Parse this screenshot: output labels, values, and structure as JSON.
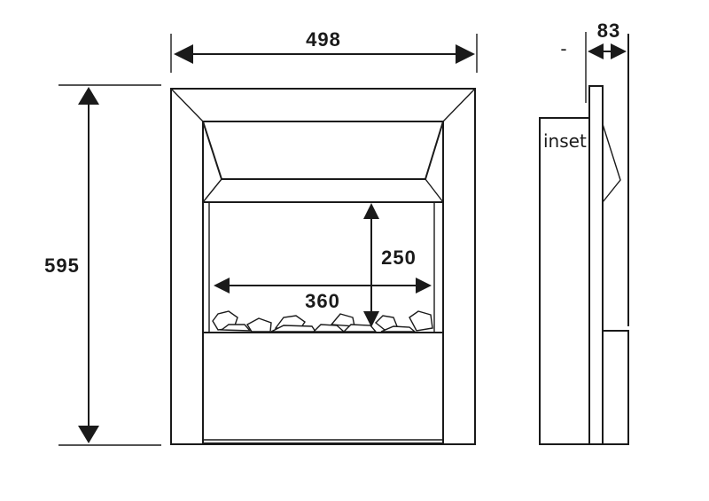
{
  "dimensions": {
    "overall_width": "498",
    "overall_height": "595",
    "opening_height": "250",
    "opening_width": "360",
    "depth": "83"
  },
  "side_view": {
    "label": "inset",
    "marker": "-"
  }
}
